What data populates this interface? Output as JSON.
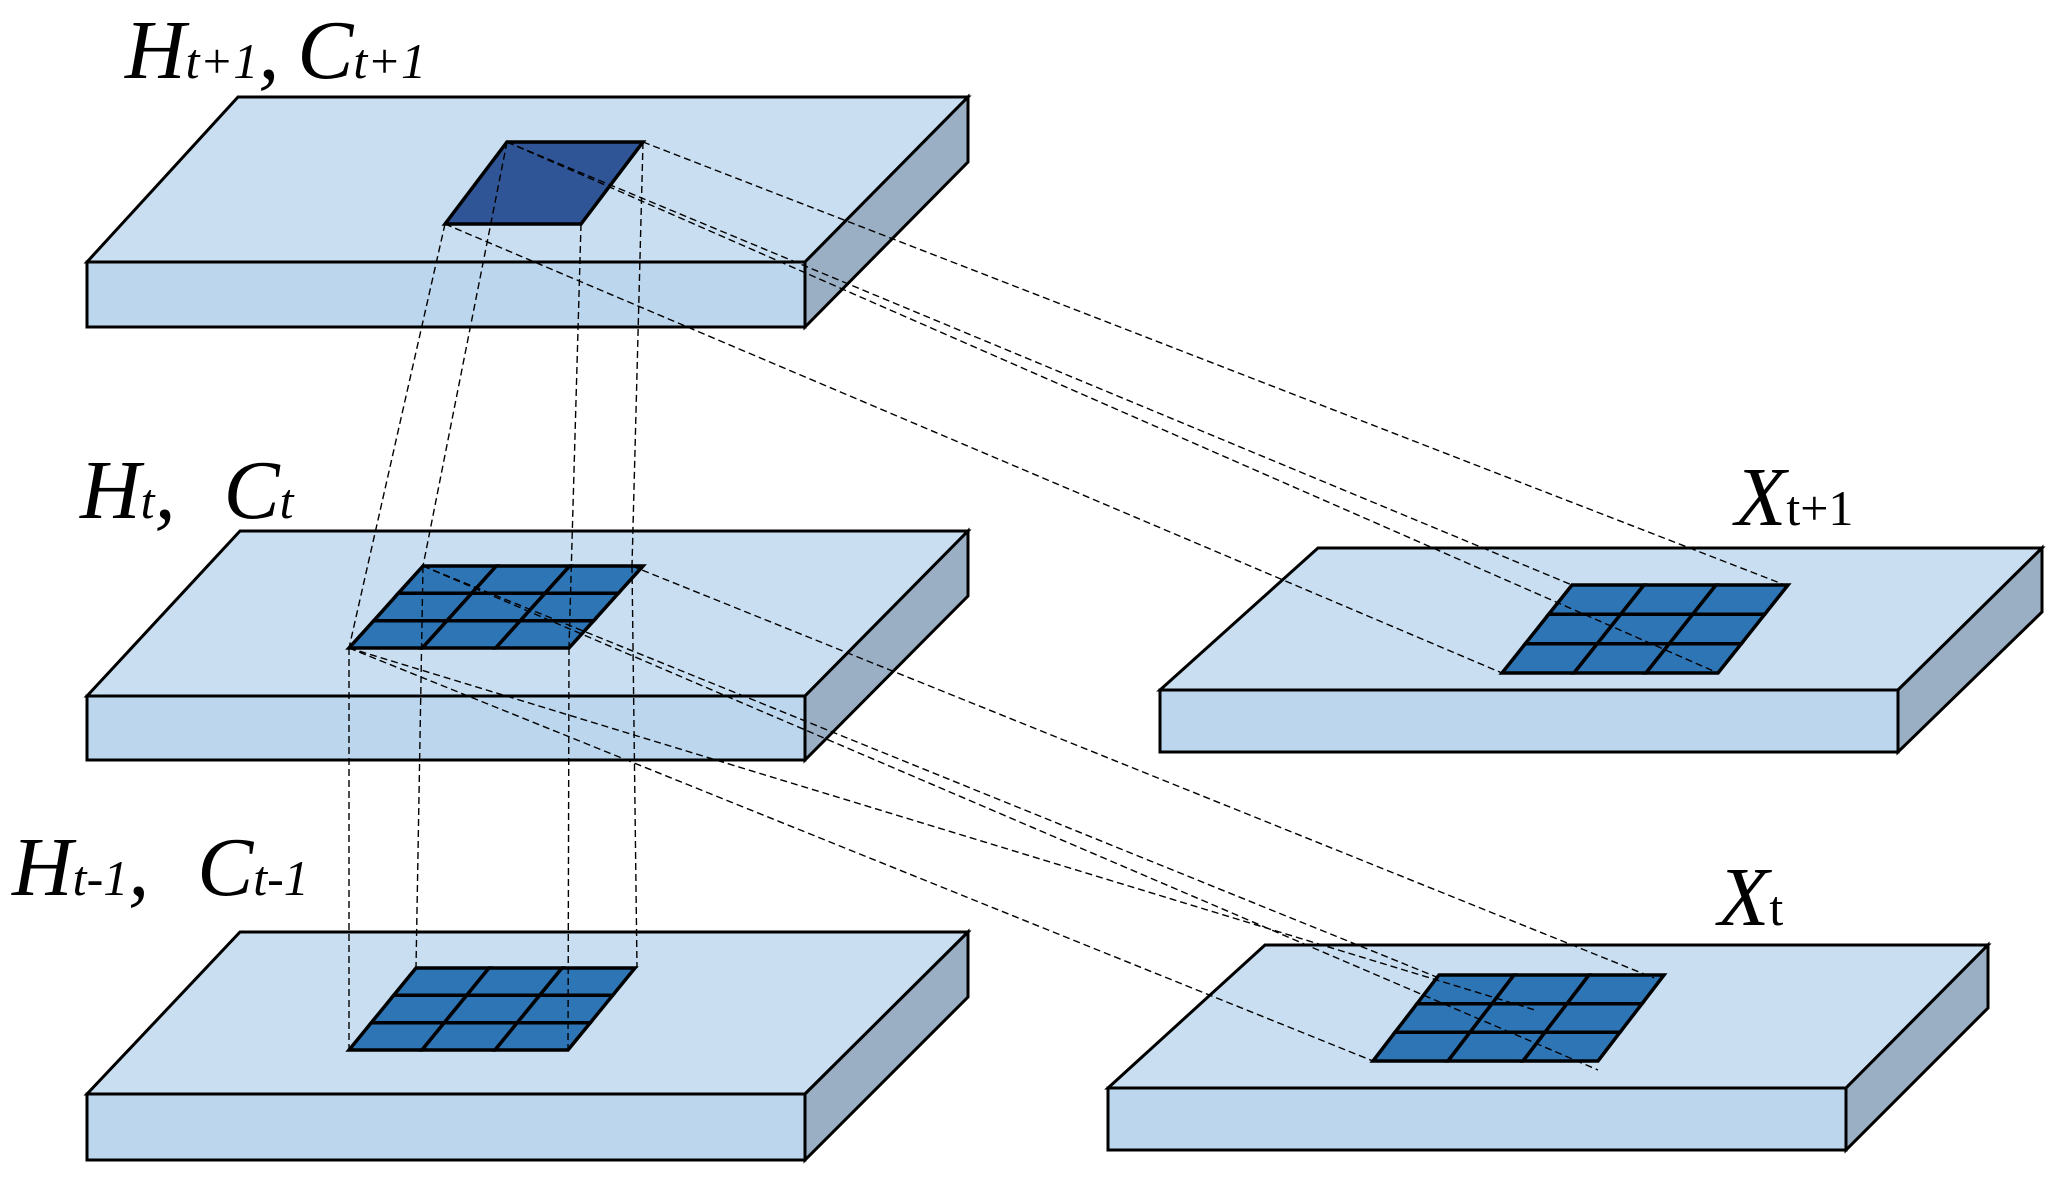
{
  "labels": {
    "h_next": {
      "main1": "H",
      "sub1": "t+1",
      "sep": ",",
      "main2": "C",
      "sub2": "t+1"
    },
    "h_curr": {
      "main1": "H",
      "sub1": "t",
      "sep": ",",
      "main2": "C",
      "sub2": "t"
    },
    "h_prev": {
      "main1": "H",
      "sub1": "t-1",
      "sep": ",",
      "main2": "C",
      "sub2": "t-1"
    },
    "x_next": {
      "main": "X",
      "sub": "t+1"
    },
    "x_curr": {
      "main": "X",
      "sub": "t"
    }
  },
  "slabs": [
    {
      "name": "slab-h-next",
      "patch": "single"
    },
    {
      "name": "slab-h-curr",
      "patch": "grid-3x3"
    },
    {
      "name": "slab-h-prev",
      "patch": "grid-3x3"
    },
    {
      "name": "slab-x-next",
      "patch": "grid-3x3"
    },
    {
      "name": "slab-x-curr",
      "patch": "grid-3x3"
    }
  ],
  "colors": {
    "slab_top": "#c9dff1",
    "slab_front": "#bcd6ed",
    "slab_side": "#9aafc4",
    "cell": "#2e75b6",
    "cell_big": "#2f5597"
  }
}
